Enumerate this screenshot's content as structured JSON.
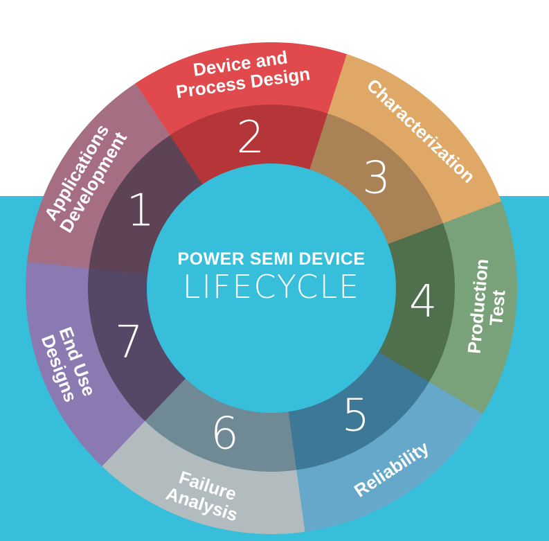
{
  "center": {
    "title_top": "POWER SEMI DEVICE",
    "title_main": "LIFECYCLE",
    "fill_color": "#36bedb"
  },
  "background": {
    "top_color": "#ffffff",
    "band_color": "#36bedb"
  },
  "stages": [
    {
      "number": "1",
      "lines": [
        "Applications",
        "Development"
      ],
      "outer_color": "#a56e83",
      "inner_color": "#5e4356"
    },
    {
      "number": "2",
      "lines": [
        "Device and",
        "Process Design"
      ],
      "outer_color": "#e14a4d",
      "inner_color": "#b43638"
    },
    {
      "number": "3",
      "lines": [
        "Characterization"
      ],
      "outer_color": "#e0a866",
      "inner_color": "#a98356"
    },
    {
      "number": "4",
      "lines": [
        "Production",
        "Test"
      ],
      "outer_color": "#79a27a",
      "inner_color": "#4f6f4d"
    },
    {
      "number": "5",
      "lines": [
        "Reliability"
      ],
      "outer_color": "#66a8c9",
      "inner_color": "#3d7896"
    },
    {
      "number": "6",
      "lines": [
        "Failure",
        "Analysis"
      ],
      "outer_color": "#b2bcbf",
      "inner_color": "#6f8a95"
    },
    {
      "number": "7",
      "lines": [
        "End Use",
        "Designs"
      ],
      "outer_color": "#8b7ab1",
      "inner_color": "#554766"
    }
  ]
}
